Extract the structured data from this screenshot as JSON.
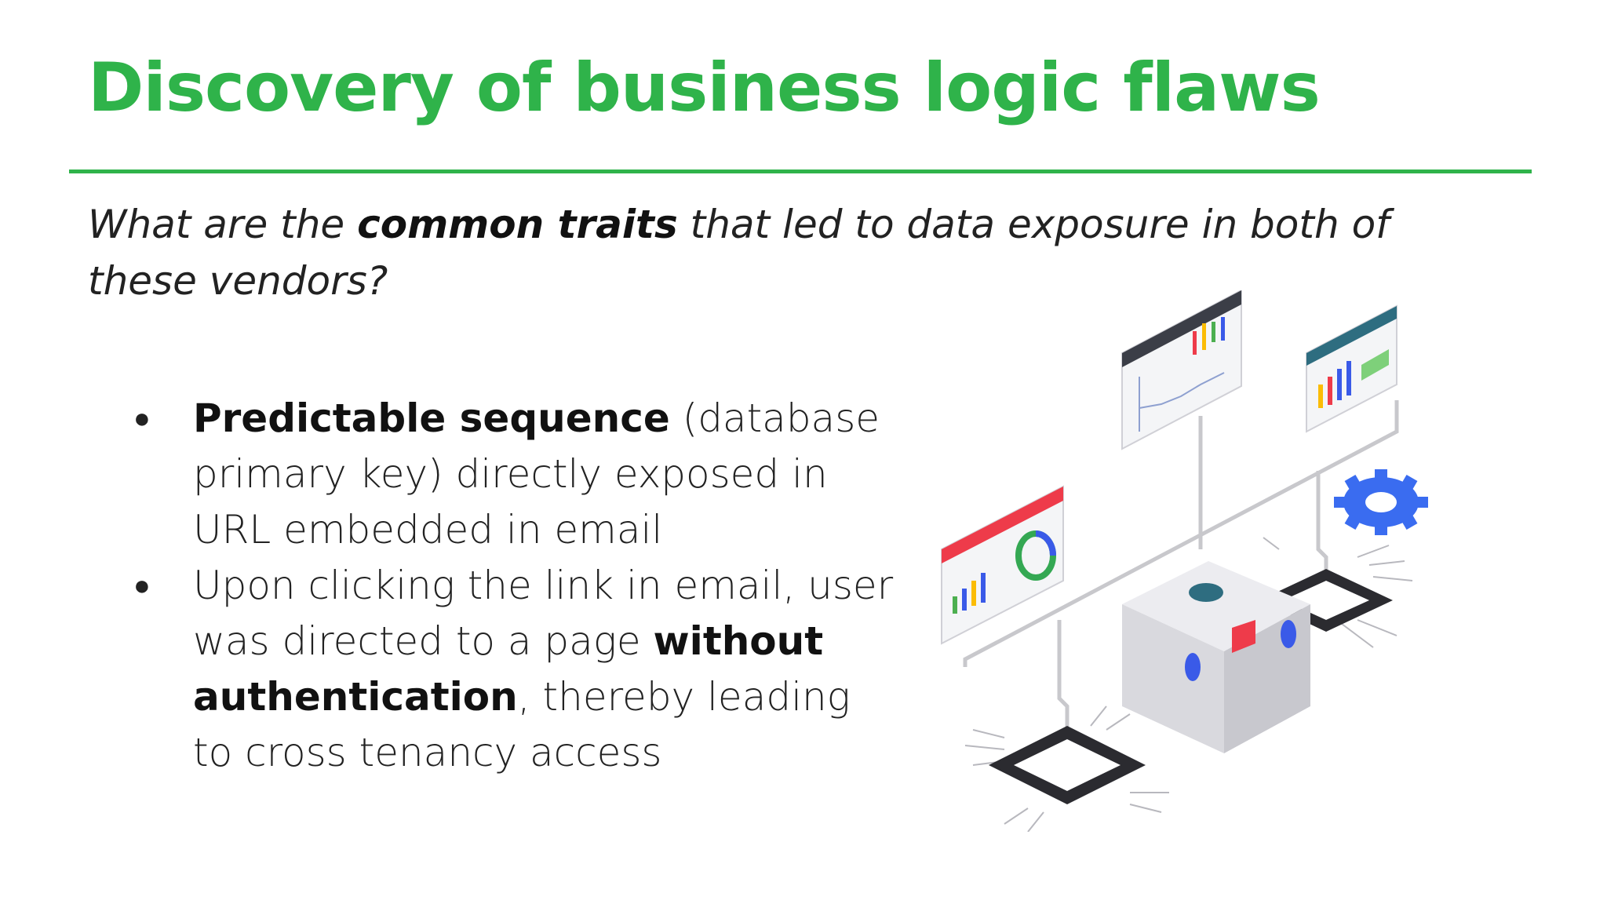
{
  "slide": {
    "title": "Discovery of business logic flaws",
    "question": {
      "before": "What are the ",
      "bold": "common traits",
      "after": " that led to data exposure in both of these vendors?"
    },
    "bullets": [
      {
        "bold": "Predictable sequence",
        "text": " (database primary key) directly exposed in URL embedded in email"
      },
      {
        "prefix": "Upon clicking the link in email, user was directed to a page ",
        "bold": "without authentication",
        "suffix": ", thereby leading to cross tenancy access"
      }
    ],
    "bullet_glyph": "●"
  },
  "colors": {
    "accent": "#2fb34a",
    "text": "#222222"
  },
  "illustration": {
    "icon": "server-network-dashboards-icon"
  }
}
